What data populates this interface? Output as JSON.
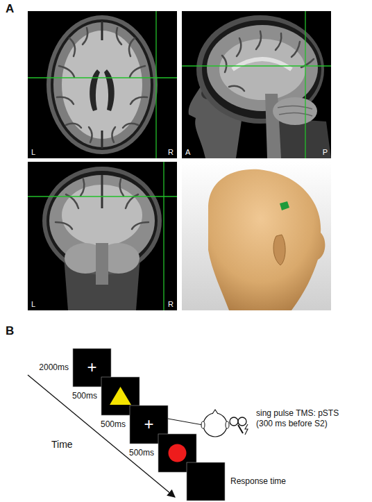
{
  "diagram": {
    "nodes": [
      {
        "text": [
          "L",
          "R"
        ]
      },
      {
        "text": [
          "A",
          "P"
        ]
      },
      {
        "text": [
          "L",
          "R"
        ]
      },
      {
        "text": [
          "2000ms",
          "+"
        ]
      },
      {
        "text": [
          "500ms"
        ]
      },
      {
        "text": [
          "500ms",
          "+"
        ]
      },
      {
        "text": [
          "500ms"
        ]
      },
      {
        "text": [
          "Response time"
        ]
      }
    ],
    "labels": [
      "A",
      "B",
      "Time",
      "sing pulse TMS: pSTS (300 ms before S2)"
    ]
  }
}
